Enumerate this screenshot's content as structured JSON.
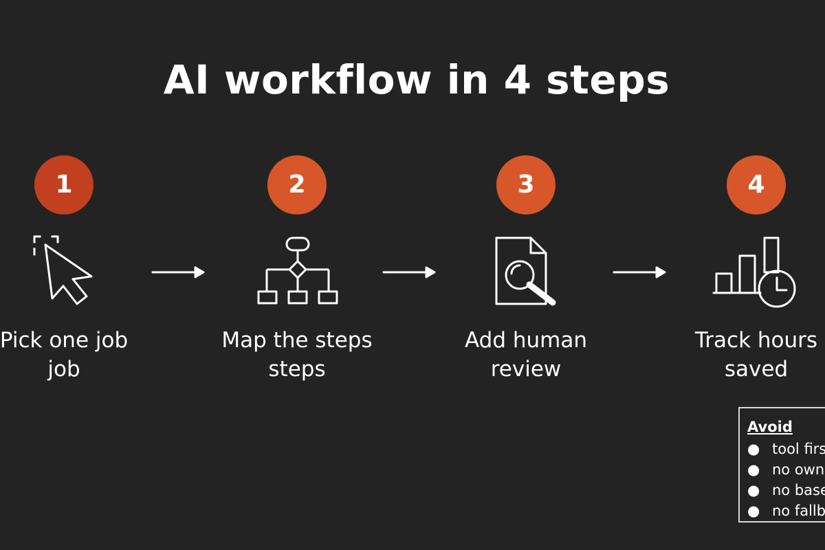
{
  "title": "AI workflow in 4 steps",
  "colors": {
    "background": "#232323",
    "badge_1": "#c2401f",
    "badge_2": "#d8572a",
    "badge_3": "#d8572a",
    "badge_4": "#d8572a",
    "foreground": "#ffffff"
  },
  "steps": [
    {
      "number": "1",
      "icon": "cursor-select-icon",
      "label_line1": "Pick one job",
      "label_line2": "job"
    },
    {
      "number": "2",
      "icon": "flowchart-icon",
      "label_line1": "Map the steps",
      "label_line2": "steps"
    },
    {
      "number": "3",
      "icon": "document-search-icon",
      "label_line1": "Add human",
      "label_line2": "review"
    },
    {
      "number": "4",
      "icon": "bar-chart-clock-icon",
      "label_line1": "Track hours",
      "label_line2": "saved"
    }
  ],
  "avoid": {
    "title": "Avoid",
    "bullet": "●",
    "items": [
      "tool first",
      "no owner",
      "no baseline",
      "no fallback"
    ]
  }
}
